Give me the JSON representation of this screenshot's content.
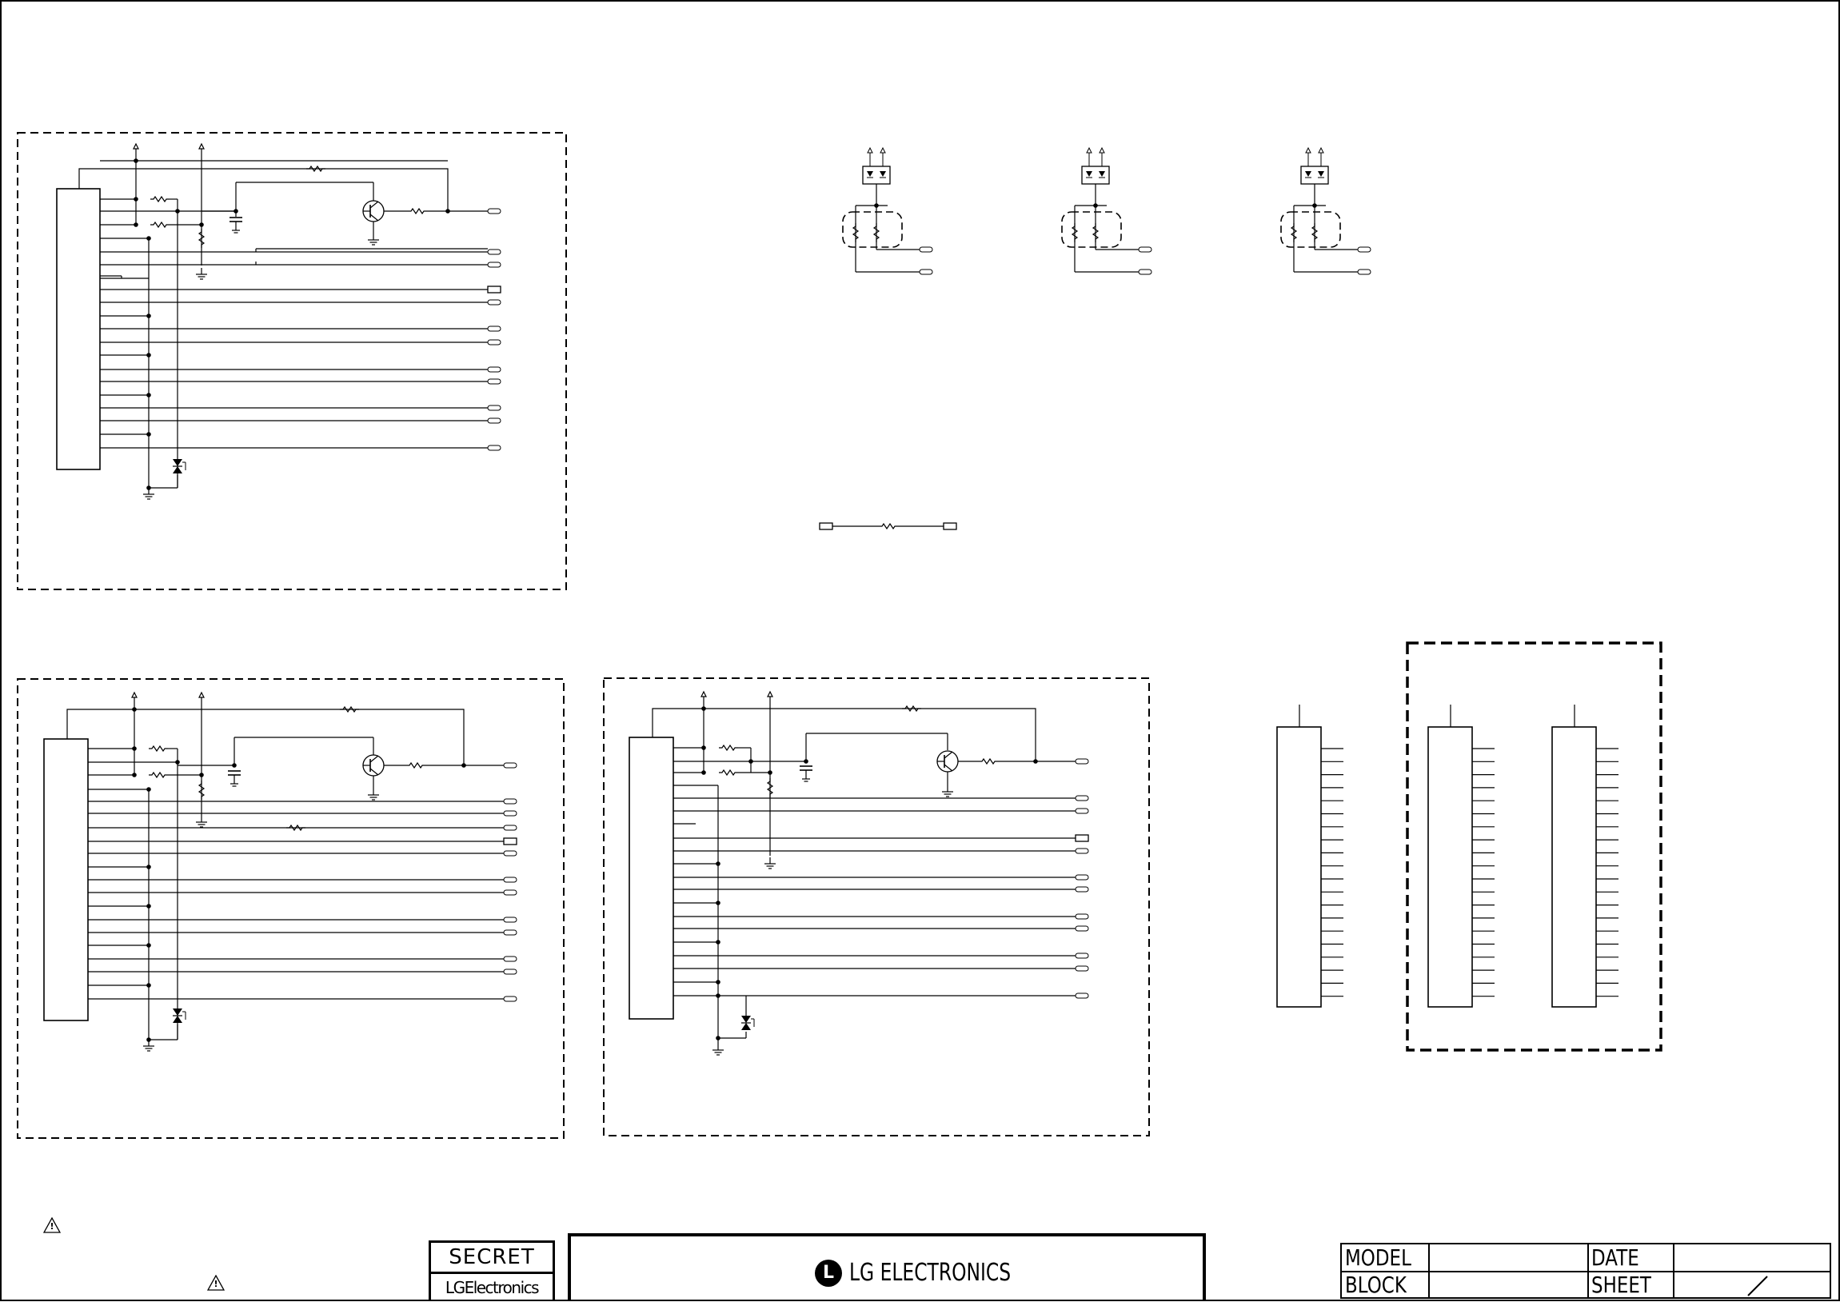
{
  "title_block": {
    "secret_label": "SECRET",
    "company_small": "LGElectronics",
    "company_logo_letter": "L",
    "company_large": "LG ELECTRONICS",
    "model_label": "MODEL",
    "date_label": "DATE",
    "block_label": "BLOCK",
    "sheet_label": "SHEET",
    "model_value": "",
    "date_value": "",
    "block_value": "",
    "sheet_value": ""
  },
  "warning_symbol": "!",
  "colors": {
    "ink": "#000000",
    "paper": "#ffffff"
  }
}
